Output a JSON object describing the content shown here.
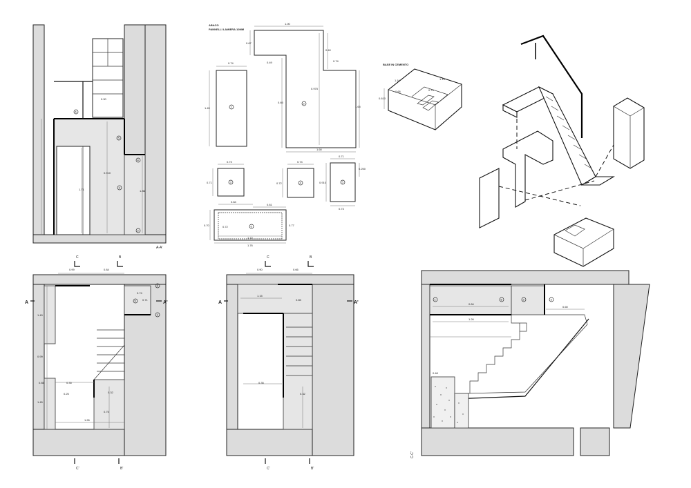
{
  "abacus": {
    "title": "ABACO",
    "subtitle": "PANNELLI LAMIERA 10MM",
    "panels": [
      {
        "id": "1",
        "dims": [
          "0.74",
          "1.45"
        ]
      },
      {
        "id": "2",
        "dims": [
          "1.00",
          "0.67",
          "0.40",
          "0.49",
          "0.74",
          "0.975",
          "0.65",
          "1.60",
          "1.65"
        ]
      },
      {
        "id": "3",
        "dims": [
          "0.73",
          "0.71"
        ]
      },
      {
        "id": "4",
        "dims": [
          "0.74",
          "0.72"
        ]
      },
      {
        "id": "5",
        "dims": [
          "0.71",
          "0.910",
          "0.73",
          "0.250"
        ]
      },
      {
        "id": "6",
        "dims": [
          "0.84",
          "0.81",
          "0.70",
          "0.72",
          "0.77",
          "1.72",
          "1.76"
        ]
      }
    ]
  },
  "concrete_base": {
    "title": "BASE IN CEMENTO",
    "dims": [
      "1.16",
      "1.13",
      "0.75",
      "0.66",
      "0.610"
    ]
  },
  "section_aa": {
    "mark": "A-A'",
    "dims": [
      "0.90",
      "0.910",
      "1.71",
      "1.86"
    ],
    "callouts": [
      "6",
      "5",
      "4",
      "3",
      "2",
      "1"
    ]
  },
  "plan_left": {
    "marks": {
      "C": "C",
      "B": "B",
      "A": "A",
      "A2": "A'",
      "C2": "C'",
      "B2": "B'"
    },
    "dims": [
      "0.99",
      "0.84",
      "0.74",
      "0.71",
      "1.40",
      "0.99",
      "0.85",
      "1.45",
      "0.35",
      "0.25",
      "0.32",
      "0.75",
      "1.26"
    ],
    "callouts": [
      "6",
      "5",
      "1"
    ]
  },
  "plan_mid": {
    "marks": {
      "C": "C",
      "B": "B",
      "A": "A",
      "A2": "A'",
      "C2": "C'",
      "B2": "B'"
    },
    "dims": [
      "0.90",
      "0.66",
      "1.15",
      "0.35",
      "0.85",
      "0.32"
    ]
  },
  "section_cc": {
    "mark": "C-C'",
    "callouts": [
      "1",
      "6",
      "2",
      "3"
    ],
    "dims": [
      "0.48",
      "0.84",
      "1.26",
      "0.60"
    ]
  }
}
